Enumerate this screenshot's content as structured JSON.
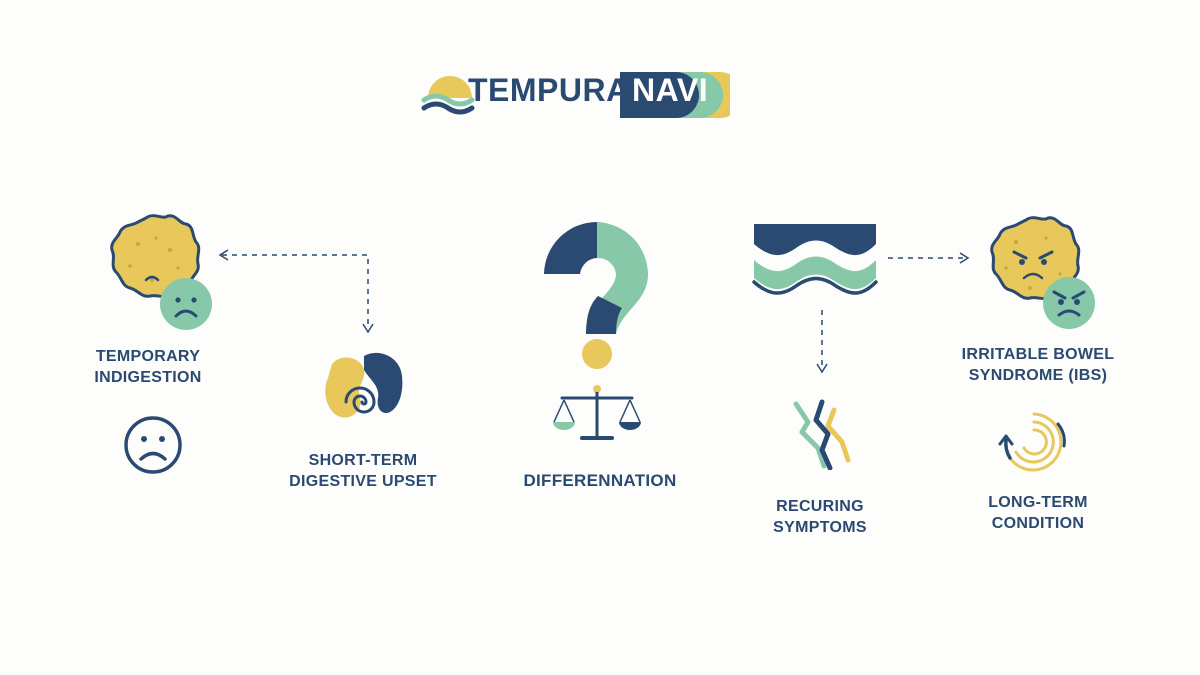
{
  "brand": {
    "name_left": "TEMPURA",
    "name_right": "NAVI"
  },
  "colors": {
    "navy": "#2a4a72",
    "teal": "#86c8a8",
    "yellow": "#e8c85a",
    "yellow_dark": "#d8b24a"
  },
  "left_group": {
    "title": [
      "TEMPORARY",
      "INDIGESTION"
    ],
    "detail": [
      "SHORT-TERM",
      "DIGESTIVE UPSET"
    ]
  },
  "center": {
    "title": "DIFFERENNATION"
  },
  "right_group": {
    "title": [
      "IRRITABLE BOWEL",
      "SYNDROME (IBS)"
    ],
    "symptoms": [
      "RECURING",
      "SYMPTOMS"
    ],
    "condition": [
      "LONG-TERM",
      "CONDITION"
    ]
  },
  "icons": [
    "tempura-logo-icon",
    "sad-tempura-icon",
    "sad-face-badge-icon",
    "frown-face-icon",
    "swirl-stomach-icon",
    "question-mark-icon",
    "balance-scale-icon",
    "wave-icon",
    "cracked-lines-icon",
    "angry-tempura-icon",
    "angry-face-badge-icon",
    "cycle-swirl-icon"
  ]
}
